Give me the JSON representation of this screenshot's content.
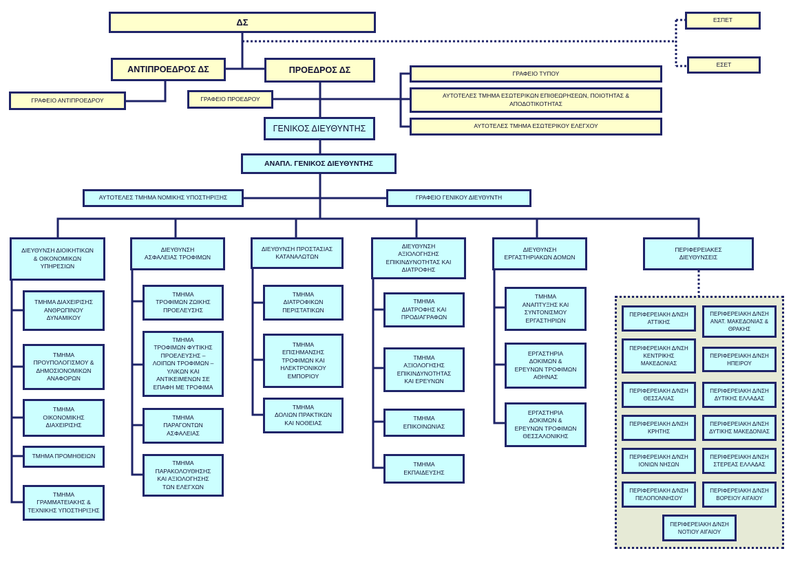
{
  "colors": {
    "border": "#1f2468",
    "line": "#1f2468",
    "yellow_fill": "#FFFFCC",
    "cyan_fill": "#CCFFFF",
    "regional_panel_fill": "#E6EAD6",
    "text": "#111133"
  },
  "board": {
    "label": "ΔΣ"
  },
  "committees": {
    "espet": "ΕΣΠΕΤ",
    "eset": "ΕΣΕΤ"
  },
  "leadership": {
    "vice_president": "ΑΝΤΙΠΡΟΕΔΡΟΣ ΔΣ",
    "president": "ΠΡΟΕΔΡΟΣ ΔΣ",
    "vice_president_office": "ΓΡΑΦΕΙΟ ΑΝΤΙΠΡΟΕΔΡΟΥ",
    "president_office": "ΓΡΑΦΕΙΟ ΠΡΟΕΔΡΟΥ"
  },
  "president_units": [
    "ΓΡΑΦΕΙΟ ΤΥΠΟΥ",
    "ΑΥΤΟΤΕΛΕΣ ΤΜΗΜΑ ΕΣΩΤΕΡΙΚΩΝ ΕΠΙΘΕΩΡΗΣΕΩΝ, ΠΟΙΟΤΗΤΑΣ &\nΑΠΟΔΟΤΙΚΟΤΗΤΑΣ",
    "ΑΥΤΟΤΕΛΕΣ ΤΜΗΜΑ ΕΣΩΤΕΡΙΚΟΥ ΕΛΕΓΧΟΥ"
  ],
  "general_director": "ΓΕΝΙΚΟΣ ΔΙΕΥΘΥΝΤΗΣ",
  "deputy_general_director": "ΑΝΑΠΛ. ΓΕΝΙΚΟΣ ΔΙΕΥΘΥΝΤΗΣ",
  "general_director_units": {
    "legal": "ΑΥΤΟΤΕΛΕΣ ΤΜΗΜΑ ΝΟΜΙΚΗΣ ΥΠΟΣΤΗΡΙΞΗΣ",
    "office": "ΓΡΑΦΕΙΟ ΓΕΝΙΚΟΥ ΔΙΕΥΘΥΝΤΗ"
  },
  "directorates": [
    {
      "title": "ΔΙΕΥΘΥΝΣΗ ΔΙΟΙΚΗΤΙΚΩΝ\n& ΟΙΚΟΝΟΜΙΚΩΝ\nΥΠΗΡΕΣΙΩΝ",
      "departments": [
        "ΤΜΗΜΑ ΔΙΑΧΕΙΡΙΣΗΣ\nΑΝΘΡΩΠΙΝΟΥ\nΔΥΝΑΜΙΚΟΥ",
        "ΤΜΗΜΑ\nΠΡΟΥΠΟΛΟΓΙΣΜΟΥ &\nΔΗΜΟΣΙΟΝΟΜΙΚΩΝ\nΑΝΑΦΟΡΩΝ",
        "ΤΜΗΜΑ\nΟΙΚΟΝΟΜΙΚΗΣ\nΔΙΑΧΕΙΡΙΣΗΣ",
        "ΤΜΗΜΑ ΠΡΟΜΗΘΕΙΩΝ",
        "ΤΜΗΜΑ\nΓΡΑΜΜΑΤΕΙΑΚΗΣ &\nΤΕΧΝΙΚΗΣ ΥΠΟΣΤΗΡΙΞΗΣ"
      ]
    },
    {
      "title": "ΔΙΕΥΘΥΝΣΗ\nΑΣΦΑΛΕΙΑΣ ΤΡΟΦΙΜΩΝ",
      "departments": [
        "ΤΜΗΜΑ\nΤΡΟΦΙΜΩΝ ΖΩΙΚΗΣ\nΠΡΟΕΛΕΥΣΗΣ",
        "ΤΜΗΜΑ\nΤΡΟΦΙΜΩΝ ΦΥΤΙΚΗΣ\nΠΡΟΕΛΕΥΣΗΣ –\nΛΟΙΠΩΝ ΤΡΟΦΙΜΩΝ –\nΥΛΙΚΩΝ ΚΑΙ\nΑΝΤΙΚΕΙΜΕΝΩΝ ΣΕ\nΕΠΑΦΗ ΜΕ ΤΡΟΦΙΜΑ",
        "ΤΜΗΜΑ\nΠΑΡΑΓΟΝΤΩΝ\nΑΣΦΑΛΕΙΑΣ",
        "ΤΜΗΜΑ\nΠΑΡΑΚΟΛΟΥΘΗΣΗΣ\nΚΑΙ ΑΞΙΟΛΟΓΗΣΗΣ\nΤΩΝ ΕΛΕΓΧΩΝ"
      ]
    },
    {
      "title": "ΔΙΕΥΘΥΝΣΗ ΠΡΟΣΤΑΣΙΑΣ\nΚΑΤΑΝΑΛΩΤΩΝ",
      "departments": [
        "ΤΜΗΜΑ\nΔΙΑΤΡΟΦΙΚΩΝ\nΠΕΡΙΣΤΑΤΙΚΩΝ",
        "ΤΜΗΜΑ\nΕΠΙΣΗΜΑΝΣΗΣ\nΤΡΟΦΙΜΩΝ ΚΑΙ\nΗΛΕΚΤΡΟΝΙΚΟΥ\nΕΜΠΟΡΙΟΥ",
        "ΤΜΗΜΑ\nΔΟΛΙΩΝ ΠΡΑΚΤΙΚΩΝ\nΚΑΙ ΝΟΘΕΙΑΣ"
      ]
    },
    {
      "title": "ΔΙΕΥΘΥΝΣΗ\nΑΞΙΟΛΟΓΗΣΗΣ\nΕΠΙΚΙΝΔΥΝΟΤΗΤΑΣ ΚΑΙ\nΔΙΑΤΡΟΦΗΣ",
      "departments": [
        "ΤΜΗΜΑ\nΔΙΑΤΡΟΦΗΣ ΚΑΙ\nΠΡΟΔΙΑΓΡΑΦΩΝ",
        "ΤΜΗΜΑ\nΑΞΙΟΛΟΓΗΣΗΣ\nΕΠΙΚΙΝΔΥΝΟΤΗΤΑΣ\nΚΑΙ ΕΡΕΥΝΩΝ",
        "ΤΜΗΜΑ\nΕΠΙΚΟΙΝΩΝΙΑΣ",
        "ΤΜΗΜΑ\nΕΚΠΑΙΔΕΥΣΗΣ"
      ]
    },
    {
      "title": "ΔΙΕΥΘΥΝΣΗ\nΕΡΓΑΣΤΗΡΙΑΚΩΝ ΔΟΜΩΝ",
      "departments": [
        "ΤΜΗΜΑ\nΑΝΑΠΤΥΞΗΣ ΚΑΙ\nΣΥΝΤΟΝΙΣΜΟΥ\nΕΡΓΑΣΤΗΡΙΩΝ",
        "ΕΡΓΑΣΤΗΡΙΑ\nΔΟΚΙΜΩΝ &\nΕΡΕΥΝΩΝ ΤΡΟΦΙΜΩΝ\nΑΘΗΝΑΣ",
        "ΕΡΓΑΣΤΗΡΙΑ\nΔΟΚΙΜΩΝ &\nΕΡΕΥΝΩΝ ΤΡΟΦΙΜΩΝ\nΘΕΣΣΑΛΟΝΙΚΗΣ"
      ]
    }
  ],
  "regional": {
    "title": "ΠΕΡΙΦΕΡΕΙΑΚΕΣ\nΔΙΕΥΘΥΝΣΕΙΣ",
    "offices": [
      "ΠΕΡΙΦΕΡΕΙΑΚΗ Δ/ΝΣΗ\nΑΤΤΙΚΗΣ",
      "ΠΕΡΙΦΕΡΕΙΑΚΗ Δ/ΝΣΗ\nΑΝΑΤ. ΜΑΚΕΔΟΝΙΑΣ &\nΘΡΑΚΗΣ",
      "ΠΕΡΙΦΕΡΕΙΑΚΗ Δ/ΝΣΗ\nΚΕΝΤΡΙΚΗΣ\nΜΑΚΕΔΟΝΙΑΣ",
      "ΠΕΡΙΦΕΡΕΙΑΚΗ Δ/ΝΣΗ\nΗΠΕΙΡΟΥ",
      "ΠΕΡΙΦΕΡΕΙΑΚΗ Δ/ΝΣΗ\nΘΕΣΣΑΛΙΑΣ",
      "ΠΕΡΙΦΕΡΕΙΑΚΗ Δ/ΝΣΗ\nΔΥΤΙΚΗΣ ΕΛΛΑΔΑΣ",
      "ΠΕΡΙΦΕΡΕΙΑΚΗ Δ/ΝΣΗ\nΚΡΗΤΗΣ",
      "ΠΕΡΙΦΕΡΕΙΑΚΗ Δ/ΝΣΗ\nΔΥΤΙΚΗΣ ΜΑΚΕΔΟΝΙΑΣ",
      "ΠΕΡΙΦΕΡΕΙΑΚΗ Δ/ΝΣΗ\nΙΟΝΙΩΝ ΝΗΣΩΝ",
      "ΠΕΡΙΦΕΡΕΙΑΚΗ Δ/ΝΣΗ\nΣΤΕΡΕΑΣ ΕΛΛΑΔΑΣ",
      "ΠΕΡΙΦΕΡΕΙΑΚΗ Δ/ΝΣΗ\nΠΕΛΟΠΟΝΝΗΣΟΥ",
      "ΠΕΡΙΦΕΡΕΙΑΚΗ Δ/ΝΣΗ\nΒΟΡΕΙΟΥ ΑΙΓΑΙΟΥ",
      "ΠΕΡΙΦΕΡΕΙΑΚΗ Δ/ΝΣΗ\nΝΟΤΙΟΥ ΑΙΓΑΙΟΥ"
    ]
  }
}
